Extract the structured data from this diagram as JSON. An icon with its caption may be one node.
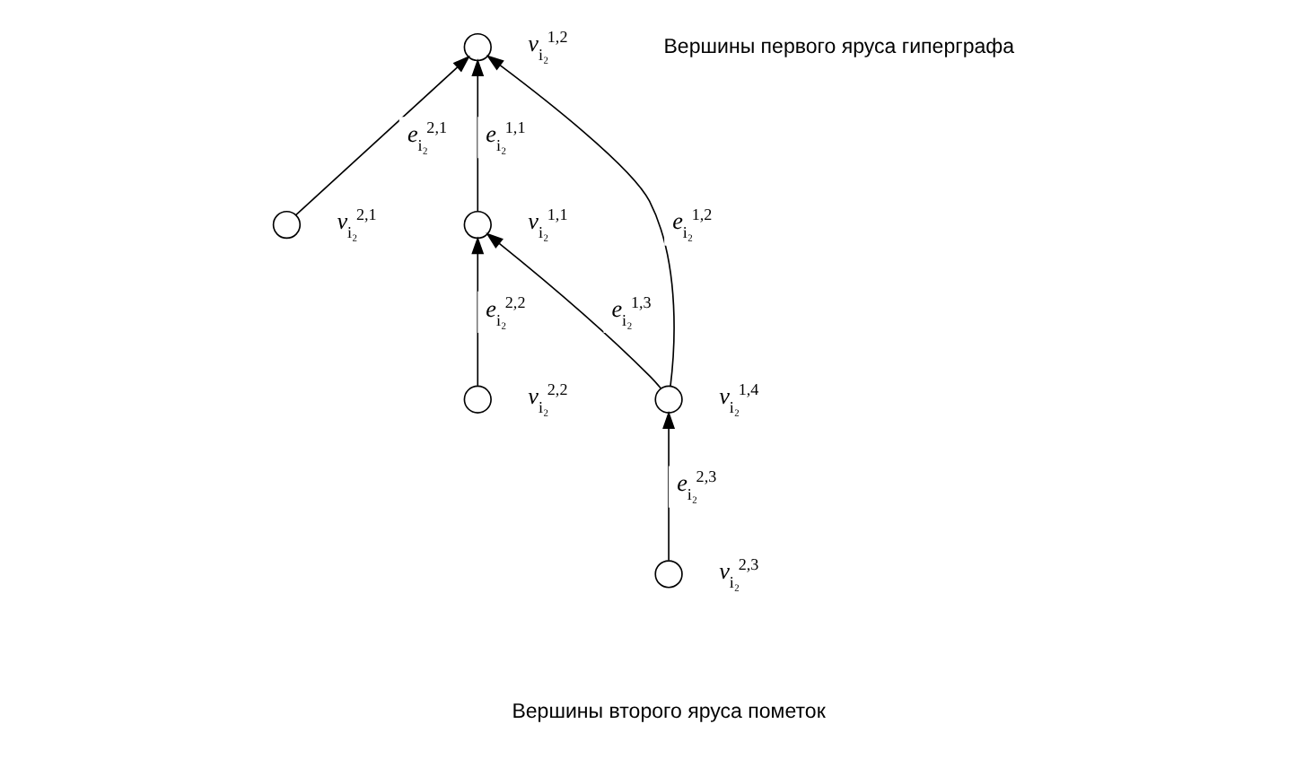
{
  "diagram": {
    "nodes": [
      {
        "text": [],
        "shape": "circle",
        "beside": [
          "v$_{i₂}$$^{1,2}$"
        ]
      },
      {
        "text": [],
        "shape": "circle",
        "beside": [
          "v$_{i₂}$$^{2,1}$"
        ]
      },
      {
        "text": [],
        "shape": "circle",
        "beside": [
          "v$_{i₂}$$^{2,2}$"
        ]
      },
      {
        "text": [],
        "shape": "circle",
        "beside": [
          "v$_{i₂}$$^{1,1}$"
        ]
      },
      {
        "text": [],
        "shape": "circle",
        "beside": [
          "v$_{i₂}$$^{2,3}$"
        ]
      },
      {
        "text": [],
        "shape": "circle",
        "beside": [
          "v$_{i₂}$$^{1,4}$"
        ]
      }
    ],
    "edges": [
      {
        "from": 3,
        "to": 0,
        "arrow": "to",
        "label": "e$_{i₂}$$^{1,1}$"
      },
      {
        "from": 5,
        "to": 0,
        "arrow": "to",
        "label": "e$_{i₂}$$^{1,2}$"
      },
      {
        "from": 1,
        "to": 0,
        "arrow": "to",
        "label": "e$_{i₂}$$^{2,1}$"
      },
      {
        "from": 2,
        "to": 3,
        "arrow": "to",
        "label": "e$_{i₂}$$^{2,2}$"
      },
      {
        "from": 5,
        "to": 3,
        "arrow": "to",
        "label": "e$_{i₂}$$^{1,3}$"
      },
      {
        "from": 4,
        "to": 5,
        "arrow": "to",
        "label": "e$_{i₂}$$^{2,3}$"
      }
    ],
    "labels": [
      "Вершины первого яруса гиперграфа",
      "Вершины второго яруса пометок"
    ]
  }
}
